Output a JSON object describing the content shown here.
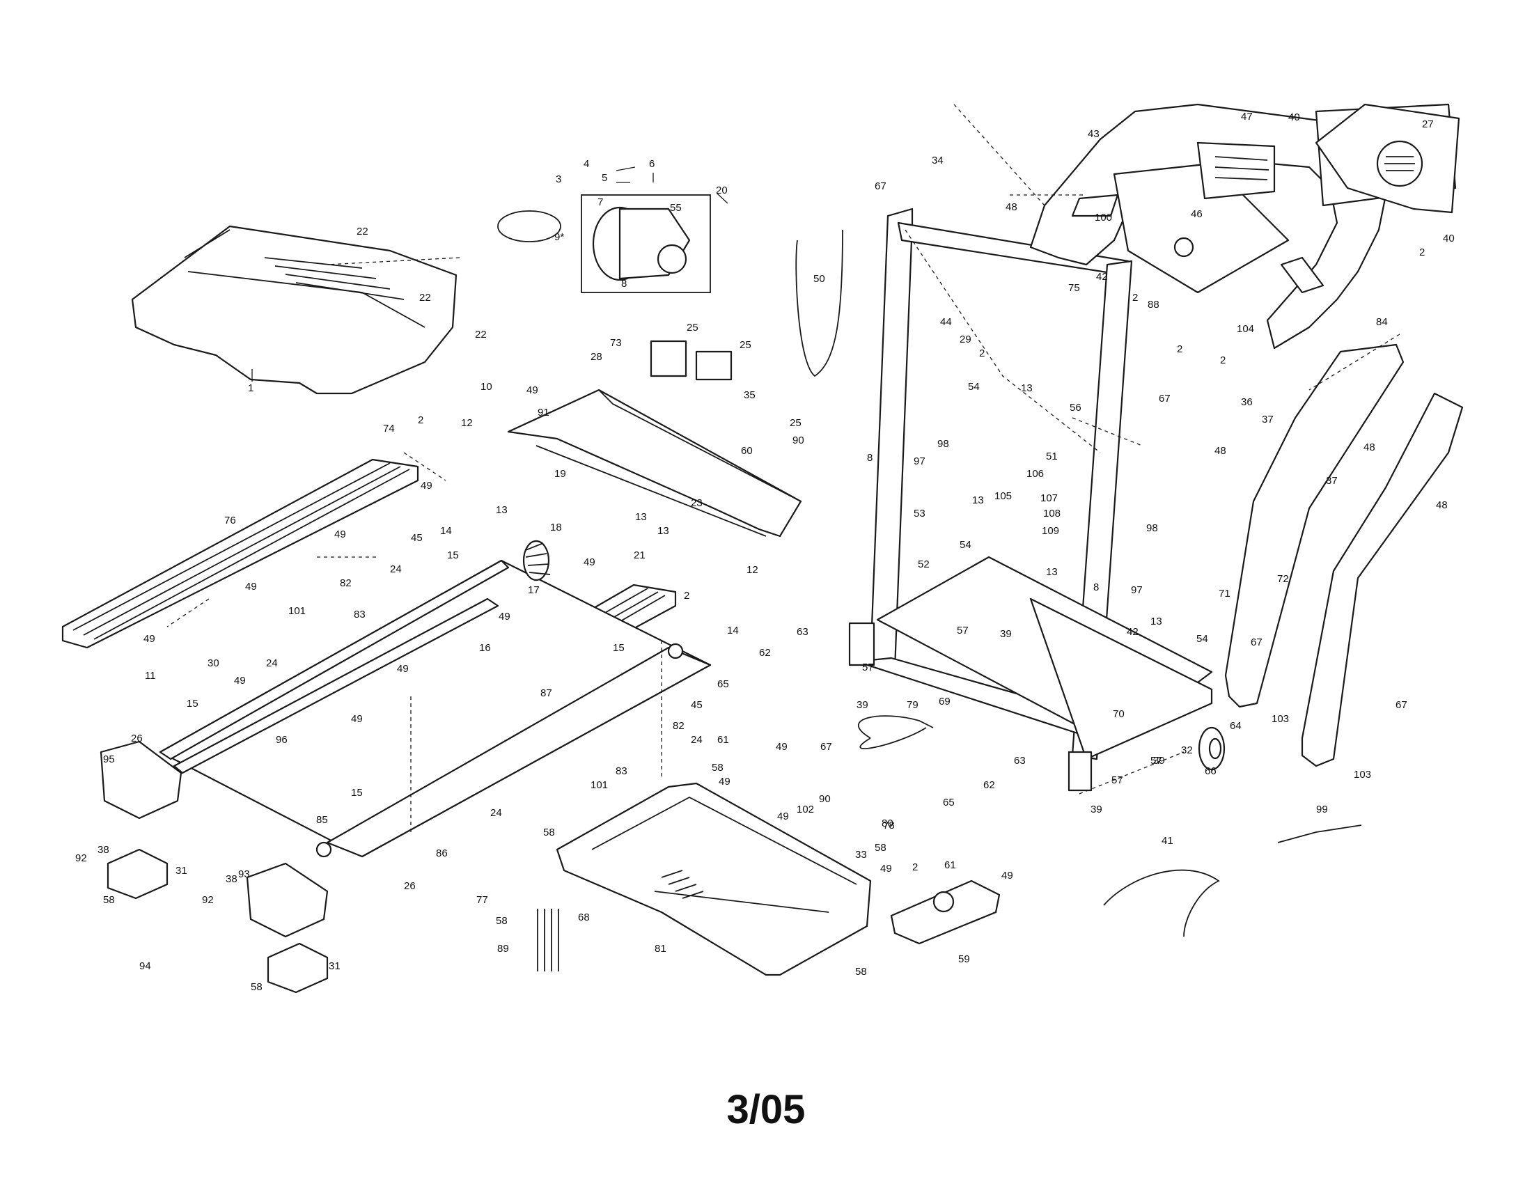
{
  "page_label": "3/05",
  "callouts": [
    {
      "id": "c-1",
      "text": "1"
    },
    {
      "id": "c-2a",
      "text": "2"
    },
    {
      "id": "c-2b",
      "text": "2"
    },
    {
      "id": "c-2c",
      "text": "2"
    },
    {
      "id": "c-2d",
      "text": "2"
    },
    {
      "id": "c-2e",
      "text": "2"
    },
    {
      "id": "c-2f",
      "text": "2"
    },
    {
      "id": "c-2g",
      "text": "2"
    },
    {
      "id": "c-2h",
      "text": "2"
    },
    {
      "id": "c-3",
      "text": "3"
    },
    {
      "id": "c-4",
      "text": "4"
    },
    {
      "id": "c-5",
      "text": "5"
    },
    {
      "id": "c-6",
      "text": "6"
    },
    {
      "id": "c-7",
      "text": "7"
    },
    {
      "id": "c-8a",
      "text": "8"
    },
    {
      "id": "c-8b",
      "text": "8"
    },
    {
      "id": "c-8c",
      "text": "8"
    },
    {
      "id": "c-9",
      "text": "9*"
    },
    {
      "id": "c-10",
      "text": "10"
    },
    {
      "id": "c-11",
      "text": "11"
    },
    {
      "id": "c-12a",
      "text": "12"
    },
    {
      "id": "c-12b",
      "text": "12"
    },
    {
      "id": "c-13a",
      "text": "13"
    },
    {
      "id": "c-13b",
      "text": "13"
    },
    {
      "id": "c-13c",
      "text": "13"
    },
    {
      "id": "c-13d",
      "text": "13"
    },
    {
      "id": "c-13e",
      "text": "13"
    },
    {
      "id": "c-13f",
      "text": "13"
    },
    {
      "id": "c-13g",
      "text": "13"
    },
    {
      "id": "c-14a",
      "text": "14"
    },
    {
      "id": "c-14b",
      "text": "14"
    },
    {
      "id": "c-15a",
      "text": "15"
    },
    {
      "id": "c-15b",
      "text": "15"
    },
    {
      "id": "c-15c",
      "text": "15"
    },
    {
      "id": "c-15d",
      "text": "15"
    },
    {
      "id": "c-16",
      "text": "16"
    },
    {
      "id": "c-17",
      "text": "17"
    },
    {
      "id": "c-18",
      "text": "18"
    },
    {
      "id": "c-19",
      "text": "19"
    },
    {
      "id": "c-20",
      "text": "20"
    },
    {
      "id": "c-21",
      "text": "21"
    },
    {
      "id": "c-22a",
      "text": "22"
    },
    {
      "id": "c-22b",
      "text": "22"
    },
    {
      "id": "c-22c",
      "text": "22"
    },
    {
      "id": "c-23",
      "text": "23"
    },
    {
      "id": "c-24a",
      "text": "24"
    },
    {
      "id": "c-24b",
      "text": "24"
    },
    {
      "id": "c-24c",
      "text": "24"
    },
    {
      "id": "c-24d",
      "text": "24"
    },
    {
      "id": "c-25a",
      "text": "25"
    },
    {
      "id": "c-25b",
      "text": "25"
    },
    {
      "id": "c-25c",
      "text": "25"
    },
    {
      "id": "c-26a",
      "text": "26"
    },
    {
      "id": "c-26b",
      "text": "26"
    },
    {
      "id": "c-27",
      "text": "27"
    },
    {
      "id": "c-28",
      "text": "28"
    },
    {
      "id": "c-29",
      "text": "29"
    },
    {
      "id": "c-30",
      "text": "30"
    },
    {
      "id": "c-31a",
      "text": "31"
    },
    {
      "id": "c-31b",
      "text": "31"
    },
    {
      "id": "c-32",
      "text": "32"
    },
    {
      "id": "c-33",
      "text": "33"
    },
    {
      "id": "c-34",
      "text": "34"
    },
    {
      "id": "c-35",
      "text": "35"
    },
    {
      "id": "c-36",
      "text": "36"
    },
    {
      "id": "c-37a",
      "text": "37"
    },
    {
      "id": "c-37b",
      "text": "37"
    },
    {
      "id": "c-38a",
      "text": "38"
    },
    {
      "id": "c-38b",
      "text": "38"
    },
    {
      "id": "c-39a",
      "text": "39"
    },
    {
      "id": "c-39b",
      "text": "39"
    },
    {
      "id": "c-39c",
      "text": "39"
    },
    {
      "id": "c-39d",
      "text": "39"
    },
    {
      "id": "c-40a",
      "text": "40"
    },
    {
      "id": "c-40b",
      "text": "40"
    },
    {
      "id": "c-41",
      "text": "41"
    },
    {
      "id": "c-42a",
      "text": "42"
    },
    {
      "id": "c-42b",
      "text": "42"
    },
    {
      "id": "c-43",
      "text": "43"
    },
    {
      "id": "c-44",
      "text": "44"
    },
    {
      "id": "c-45a",
      "text": "45"
    },
    {
      "id": "c-45b",
      "text": "45"
    },
    {
      "id": "c-46",
      "text": "46"
    },
    {
      "id": "c-47",
      "text": "47"
    },
    {
      "id": "c-48a",
      "text": "48"
    },
    {
      "id": "c-48b",
      "text": "48"
    },
    {
      "id": "c-48c",
      "text": "48"
    },
    {
      "id": "c-48d",
      "text": "48"
    },
    {
      "id": "c-49a",
      "text": "49"
    },
    {
      "id": "c-49b",
      "text": "49"
    },
    {
      "id": "c-49c",
      "text": "49"
    },
    {
      "id": "c-49d",
      "text": "49"
    },
    {
      "id": "c-49e",
      "text": "49"
    },
    {
      "id": "c-49f",
      "text": "49"
    },
    {
      "id": "c-49g",
      "text": "49"
    },
    {
      "id": "c-49h",
      "text": "49"
    },
    {
      "id": "c-49i",
      "text": "49"
    },
    {
      "id": "c-49j",
      "text": "49"
    },
    {
      "id": "c-49k",
      "text": "49"
    },
    {
      "id": "c-49l",
      "text": "49"
    },
    {
      "id": "c-49m",
      "text": "49"
    },
    {
      "id": "c-49n",
      "text": "49"
    },
    {
      "id": "c-49o",
      "text": "49"
    },
    {
      "id": "c-50",
      "text": "50"
    },
    {
      "id": "c-51",
      "text": "51"
    },
    {
      "id": "c-52",
      "text": "52"
    },
    {
      "id": "c-53",
      "text": "53"
    },
    {
      "id": "c-54a",
      "text": "54"
    },
    {
      "id": "c-54b",
      "text": "54"
    },
    {
      "id": "c-54c",
      "text": "54"
    },
    {
      "id": "c-55",
      "text": "55"
    },
    {
      "id": "c-56",
      "text": "56"
    },
    {
      "id": "c-57a",
      "text": "57"
    },
    {
      "id": "c-57b",
      "text": "57"
    },
    {
      "id": "c-57c",
      "text": "57"
    },
    {
      "id": "c-57d",
      "text": "57"
    },
    {
      "id": "c-58a",
      "text": "58"
    },
    {
      "id": "c-58b",
      "text": "58"
    },
    {
      "id": "c-58c",
      "text": "58"
    },
    {
      "id": "c-58d",
      "text": "58"
    },
    {
      "id": "c-58e",
      "text": "58"
    },
    {
      "id": "c-58f",
      "text": "58"
    },
    {
      "id": "c-58g",
      "text": "58"
    },
    {
      "id": "c-59",
      "text": "59"
    },
    {
      "id": "c-60",
      "text": "60"
    },
    {
      "id": "c-61a",
      "text": "61"
    },
    {
      "id": "c-61b",
      "text": "61"
    },
    {
      "id": "c-62a",
      "text": "62"
    },
    {
      "id": "c-62b",
      "text": "62"
    },
    {
      "id": "c-63a",
      "text": "63"
    },
    {
      "id": "c-63b",
      "text": "63"
    },
    {
      "id": "c-64",
      "text": "64"
    },
    {
      "id": "c-65a",
      "text": "65"
    },
    {
      "id": "c-65b",
      "text": "65"
    },
    {
      "id": "c-66",
      "text": "66"
    },
    {
      "id": "c-67a",
      "text": "67"
    },
    {
      "id": "c-67b",
      "text": "67"
    },
    {
      "id": "c-67c",
      "text": "67"
    },
    {
      "id": "c-67d",
      "text": "67"
    },
    {
      "id": "c-67e",
      "text": "67"
    },
    {
      "id": "c-68",
      "text": "68"
    },
    {
      "id": "c-69",
      "text": "69"
    },
    {
      "id": "c-70",
      "text": "70"
    },
    {
      "id": "c-71",
      "text": "71"
    },
    {
      "id": "c-72",
      "text": "72"
    },
    {
      "id": "c-73",
      "text": "73"
    },
    {
      "id": "c-74",
      "text": "74"
    },
    {
      "id": "c-75",
      "text": "75"
    },
    {
      "id": "c-76",
      "text": "76"
    },
    {
      "id": "c-77",
      "text": "77"
    },
    {
      "id": "c-78",
      "text": "78"
    },
    {
      "id": "c-79",
      "text": "79"
    },
    {
      "id": "c-80",
      "text": "80"
    },
    {
      "id": "c-81",
      "text": "81"
    },
    {
      "id": "c-82a",
      "text": "82"
    },
    {
      "id": "c-82b",
      "text": "82"
    },
    {
      "id": "c-83a",
      "text": "83"
    },
    {
      "id": "c-83b",
      "text": "83"
    },
    {
      "id": "c-84",
      "text": "84"
    },
    {
      "id": "c-85",
      "text": "85"
    },
    {
      "id": "c-86",
      "text": "86"
    },
    {
      "id": "c-87",
      "text": "87"
    },
    {
      "id": "c-88",
      "text": "88"
    },
    {
      "id": "c-89",
      "text": "89"
    },
    {
      "id": "c-90a",
      "text": "90"
    },
    {
      "id": "c-90b",
      "text": "90"
    },
    {
      "id": "c-91",
      "text": "91"
    },
    {
      "id": "c-92a",
      "text": "92"
    },
    {
      "id": "c-92b",
      "text": "92"
    },
    {
      "id": "c-93",
      "text": "93"
    },
    {
      "id": "c-94",
      "text": "94"
    },
    {
      "id": "c-95",
      "text": "95"
    },
    {
      "id": "c-96",
      "text": "96"
    },
    {
      "id": "c-97a",
      "text": "97"
    },
    {
      "id": "c-97b",
      "text": "97"
    },
    {
      "id": "c-98a",
      "text": "98"
    },
    {
      "id": "c-98b",
      "text": "98"
    },
    {
      "id": "c-99",
      "text": "99"
    },
    {
      "id": "c-100",
      "text": "100"
    },
    {
      "id": "c-101a",
      "text": "101"
    },
    {
      "id": "c-101b",
      "text": "101"
    },
    {
      "id": "c-102",
      "text": "102"
    },
    {
      "id": "c-103a",
      "text": "103"
    },
    {
      "id": "c-103b",
      "text": "103"
    },
    {
      "id": "c-104",
      "text": "104"
    },
    {
      "id": "c-105",
      "text": "105"
    },
    {
      "id": "c-106",
      "text": "106"
    },
    {
      "id": "c-107",
      "text": "107"
    },
    {
      "id": "c-108",
      "text": "108"
    },
    {
      "id": "c-109",
      "text": "109"
    }
  ]
}
